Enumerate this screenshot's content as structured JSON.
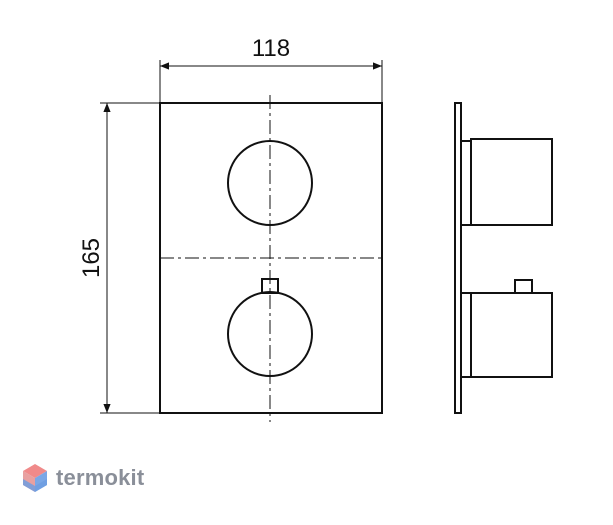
{
  "dimensions": {
    "width_label": "118",
    "height_label": "165"
  },
  "brand": {
    "name": "termokit",
    "text_color": "#8a8f99",
    "icon_top_color": "#f08a8a",
    "icon_bottom_color": "#7aa7e6"
  },
  "colors": {
    "line": "#111111"
  }
}
